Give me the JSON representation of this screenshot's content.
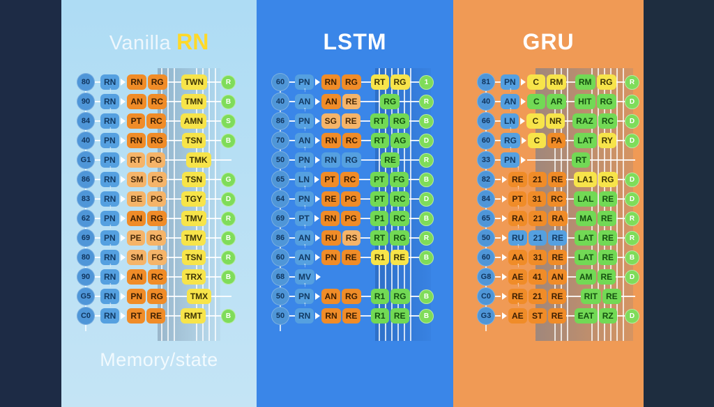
{
  "colors": {
    "navy_left": "#1d2b45",
    "navy_right": "#1e2d3f",
    "panel_vanilla": "#aedcf4",
    "panel_lstm": "#3a86e8",
    "panel_gru": "#f09a55",
    "accent_yellow": "#ffd928",
    "box_blue": "#55a0e0",
    "box_orange": "#f08c28",
    "box_orange_light": "#f5b469",
    "box_yellow": "#f7e44a",
    "box_green": "#72d955",
    "node_blue": "#4f96d8",
    "node_green": "#7fdc5a"
  },
  "panels": [
    {
      "id": "vanilla",
      "title_prefix": "Vanilla",
      "title_main": "RN",
      "footer": "Memory/state",
      "rows": [
        {
          "num": "80",
          "b1": "RN",
          "mid": [
            [
              "RN",
              "o"
            ],
            [
              "RG",
              "o"
            ]
          ],
          "right": [
            [
              "TWN",
              "y"
            ]
          ],
          "end": "R"
        },
        {
          "num": "90",
          "b1": "RN",
          "mid": [
            [
              "AN",
              "o"
            ],
            [
              "RC",
              "o"
            ]
          ],
          "right": [
            [
              "TMN",
              "y"
            ]
          ],
          "end": "B"
        },
        {
          "num": "84",
          "b1": "RN",
          "mid": [
            [
              "PT",
              "o"
            ],
            [
              "RC",
              "o"
            ]
          ],
          "right": [
            [
              "AMN",
              "y"
            ]
          ],
          "end": "S"
        },
        {
          "num": "40",
          "b1": "PN",
          "mid": [
            [
              "RN",
              "o"
            ],
            [
              "RG",
              "o"
            ]
          ],
          "right": [
            [
              "TSN",
              "y"
            ]
          ],
          "end": "B"
        },
        {
          "num": "G1",
          "b1": "PN",
          "mid": [
            [
              "RT",
              "lo"
            ],
            [
              "PG",
              "lo"
            ]
          ],
          "right": [
            [
              "TMK",
              "y"
            ]
          ],
          "end": null
        },
        {
          "num": "86",
          "b1": "RN",
          "mid": [
            [
              "SM",
              "lo"
            ],
            [
              "FG",
              "lo"
            ]
          ],
          "right": [
            [
              "TSN",
              "y"
            ]
          ],
          "end": "G"
        },
        {
          "num": "83",
          "b1": "RN",
          "mid": [
            [
              "BE",
              "lo"
            ],
            [
              "PG",
              "lo"
            ]
          ],
          "right": [
            [
              "TGY",
              "y"
            ]
          ],
          "end": "D"
        },
        {
          "num": "62",
          "b1": "PN",
          "mid": [
            [
              "AN",
              "o"
            ],
            [
              "RG",
              "o"
            ]
          ],
          "right": [
            [
              "TMV",
              "y"
            ]
          ],
          "end": "R"
        },
        {
          "num": "69",
          "b1": "PN",
          "mid": [
            [
              "PE",
              "lo"
            ],
            [
              "RG",
              "lo"
            ]
          ],
          "right": [
            [
              "TMV",
              "y"
            ]
          ],
          "end": "B"
        },
        {
          "num": "80",
          "b1": "RN",
          "mid": [
            [
              "SM",
              "lo"
            ],
            [
              "FG",
              "lo"
            ]
          ],
          "right": [
            [
              "TSN",
              "y"
            ]
          ],
          "end": "R"
        },
        {
          "num": "90",
          "b1": "RN",
          "mid": [
            [
              "AN",
              "o"
            ],
            [
              "RC",
              "o"
            ]
          ],
          "right": [
            [
              "TRX",
              "y"
            ]
          ],
          "end": "B"
        },
        {
          "num": "G5",
          "b1": "RN",
          "mid": [
            [
              "PN",
              "o"
            ],
            [
              "RG",
              "o"
            ]
          ],
          "right": [
            [
              "TMX",
              "y"
            ]
          ],
          "end": null
        },
        {
          "num": "C0",
          "b1": "RN",
          "mid": [
            [
              "RT",
              "o"
            ],
            [
              "RE",
              "o"
            ]
          ],
          "right": [
            [
              "RMT",
              "y"
            ]
          ],
          "end": "B"
        }
      ]
    },
    {
      "id": "lstm",
      "title": "LSTM",
      "rows": [
        {
          "num": "60",
          "b1": "PN",
          "mid": [
            [
              "RN",
              "o"
            ],
            [
              "RG",
              "o"
            ]
          ],
          "right": [
            [
              "RT",
              "y"
            ],
            [
              "RG",
              "y"
            ]
          ],
          "end": "1"
        },
        {
          "num": "40",
          "b1": "AN",
          "mid": [
            [
              "AN",
              "o"
            ],
            [
              "RE",
              "lo"
            ]
          ],
          "right": [
            [
              "RG",
              "g"
            ]
          ],
          "end": "R"
        },
        {
          "num": "86",
          "b1": "PN",
          "mid": [
            [
              "SG",
              "lo"
            ],
            [
              "RE",
              "lo"
            ]
          ],
          "right": [
            [
              "RT",
              "g"
            ],
            [
              "RG",
              "g"
            ]
          ],
          "end": "B"
        },
        {
          "num": "70",
          "b1": "AN",
          "mid": [
            [
              "RN",
              "o"
            ],
            [
              "RC",
              "o"
            ]
          ],
          "right": [
            [
              "RT",
              "g"
            ],
            [
              "AG",
              "g"
            ]
          ],
          "end": "D"
        },
        {
          "num": "50",
          "b1": "PN",
          "mid": [
            [
              "RN",
              "b"
            ],
            [
              "RG",
              "b"
            ]
          ],
          "right": [
            [
              "RE",
              "g"
            ]
          ],
          "end": "R"
        },
        {
          "num": "65",
          "b1": "LN",
          "mid": [
            [
              "PT",
              "o"
            ],
            [
              "RC",
              "o"
            ]
          ],
          "right": [
            [
              "PT",
              "g"
            ],
            [
              "FG",
              "g"
            ]
          ],
          "end": "B"
        },
        {
          "num": "64",
          "b1": "PN",
          "mid": [
            [
              "RE",
              "o"
            ],
            [
              "PG",
              "o"
            ]
          ],
          "right": [
            [
              "PT",
              "g"
            ],
            [
              "RC",
              "g"
            ]
          ],
          "end": "D"
        },
        {
          "num": "69",
          "b1": "PT",
          "mid": [
            [
              "RN",
              "o"
            ],
            [
              "PG",
              "o"
            ]
          ],
          "right": [
            [
              "P1",
              "g"
            ],
            [
              "RC",
              "g"
            ]
          ],
          "end": "B"
        },
        {
          "num": "86",
          "b1": "AN",
          "mid": [
            [
              "RU",
              "o"
            ],
            [
              "RS",
              "lo"
            ]
          ],
          "right": [
            [
              "RT",
              "g"
            ],
            [
              "RG",
              "g"
            ]
          ],
          "end": "R"
        },
        {
          "num": "60",
          "b1": "AN",
          "mid": [
            [
              "PN",
              "o"
            ],
            [
              "RE",
              "o"
            ]
          ],
          "right": [
            [
              "R1",
              "y"
            ],
            [
              "RE",
              "y"
            ]
          ],
          "end": "B"
        },
        {
          "num": "68",
          "b1": "MV",
          "mid": [],
          "right": [],
          "end": null
        },
        {
          "num": "50",
          "b1": "PN",
          "mid": [
            [
              "AN",
              "o"
            ],
            [
              "RG",
              "o"
            ]
          ],
          "right": [
            [
              "R1",
              "g"
            ],
            [
              "RG",
              "g"
            ]
          ],
          "end": "B"
        },
        {
          "num": "50",
          "b1": "RN",
          "mid": [
            [
              "RN",
              "o"
            ],
            [
              "RE",
              "o"
            ]
          ],
          "right": [
            [
              "R1",
              "g"
            ],
            [
              "RE",
              "g"
            ]
          ],
          "end": "B"
        }
      ]
    },
    {
      "id": "gru",
      "title": "GRU",
      "rows": [
        {
          "num": "81",
          "b1": "PN",
          "mid": [
            [
              "C",
              "y"
            ],
            [
              "RM",
              "y"
            ]
          ],
          "right": [
            [
              "RM",
              "g"
            ],
            [
              "RG",
              "y"
            ]
          ],
          "end": "R"
        },
        {
          "num": "40",
          "b1": "AN",
          "mid": [
            [
              "C",
              "g"
            ],
            [
              "AR",
              "g"
            ]
          ],
          "right": [
            [
              "HIT",
              "g"
            ],
            [
              "RG",
              "g"
            ]
          ],
          "end": "D"
        },
        {
          "num": "66",
          "b1": "LN",
          "mid": [
            [
              "C",
              "y"
            ],
            [
              "NR",
              "y"
            ]
          ],
          "right": [
            [
              "RAZ",
              "g"
            ],
            [
              "RC",
              "g"
            ]
          ],
          "end": "D"
        },
        {
          "num": "60",
          "b1": "RG",
          "mid": [
            [
              "C",
              "y"
            ],
            [
              "PA",
              "o"
            ]
          ],
          "right": [
            [
              "LAT",
              "g"
            ],
            [
              "RY",
              "y"
            ]
          ],
          "end": "D"
        },
        {
          "num": "33",
          "b1": "PN",
          "mid": [],
          "right": [
            [
              "RT",
              "g"
            ]
          ],
          "end": null
        },
        {
          "num": "82",
          "b1": null,
          "mid": [
            [
              "RE",
              "o"
            ],
            [
              "21",
              "o"
            ],
            [
              "RE",
              "o"
            ]
          ],
          "right": [
            [
              "LA1",
              "y"
            ],
            [
              "RG",
              "y"
            ]
          ],
          "end": "D"
        },
        {
          "num": "84",
          "b1": null,
          "mid": [
            [
              "PT",
              "o"
            ],
            [
              "31",
              "o"
            ],
            [
              "RC",
              "o"
            ]
          ],
          "right": [
            [
              "LAL",
              "g"
            ],
            [
              "RE",
              "g"
            ]
          ],
          "end": "D"
        },
        {
          "num": "65",
          "b1": null,
          "mid": [
            [
              "RA",
              "o"
            ],
            [
              "21",
              "o"
            ],
            [
              "RA",
              "o"
            ]
          ],
          "right": [
            [
              "MA",
              "g"
            ],
            [
              "RE",
              "g"
            ]
          ],
          "end": "R"
        },
        {
          "num": "50",
          "b1": null,
          "mid": [
            [
              "RU",
              "b"
            ],
            [
              "21",
              "b"
            ],
            [
              "RE",
              "b"
            ]
          ],
          "right": [
            [
              "LAT",
              "g"
            ],
            [
              "RE",
              "g"
            ]
          ],
          "end": "R"
        },
        {
          "num": "60",
          "b1": null,
          "mid": [
            [
              "AA",
              "o"
            ],
            [
              "31",
              "o"
            ],
            [
              "RE",
              "o"
            ]
          ],
          "right": [
            [
              "LAT",
              "g"
            ],
            [
              "RE",
              "g"
            ]
          ],
          "end": "B"
        },
        {
          "num": "G8",
          "b1": null,
          "mid": [
            [
              "AE",
              "o"
            ],
            [
              "41",
              "o"
            ],
            [
              "AN",
              "o"
            ]
          ],
          "right": [
            [
              "AM",
              "g"
            ],
            [
              "RE",
              "g"
            ]
          ],
          "end": "D"
        },
        {
          "num": "C0",
          "b1": null,
          "mid": [
            [
              "RE",
              "o"
            ],
            [
              "21",
              "o"
            ],
            [
              "RE",
              "o"
            ]
          ],
          "right": [
            [
              "RIT",
              "g"
            ],
            [
              "RE",
              "g"
            ]
          ],
          "end": null
        },
        {
          "num": "G3",
          "b1": null,
          "mid": [
            [
              "AE",
              "o"
            ],
            [
              "ST",
              "o"
            ],
            [
              "RE",
              "o"
            ]
          ],
          "right": [
            [
              "EAT",
              "g"
            ],
            [
              "RZ",
              "g"
            ]
          ],
          "end": "D"
        }
      ]
    }
  ]
}
